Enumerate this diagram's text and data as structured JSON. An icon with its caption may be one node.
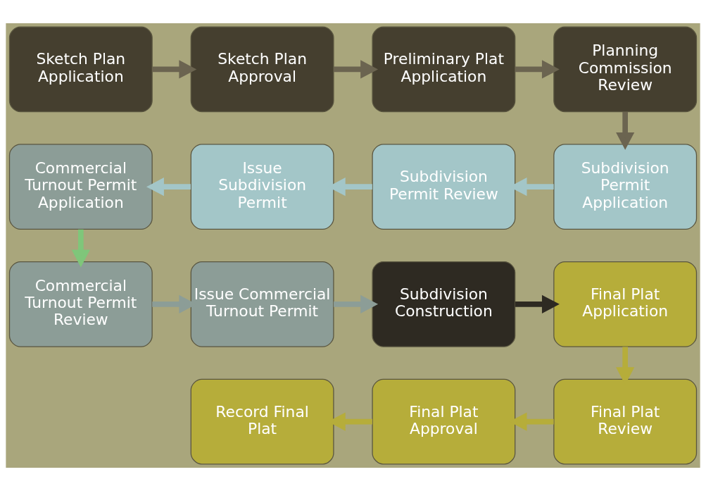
{
  "diagram": {
    "nodes": [
      {
        "text": [
          "Sketch Plan Application"
        ]
      },
      {
        "text": [
          "Sketch Plan Approval"
        ]
      },
      {
        "text": [
          "Preliminary Plat Application"
        ]
      },
      {
        "text": [
          "Planning Commission Review"
        ]
      },
      {
        "text": [
          "Commercial Turnout Permit Application"
        ]
      },
      {
        "text": [
          "Issue Subdivision Permit"
        ]
      },
      {
        "text": [
          "Subdivision Permit Review"
        ]
      },
      {
        "text": [
          "Subdivision Permit Application"
        ]
      },
      {
        "text": [
          "Commercial Turnout Permit Review"
        ]
      },
      {
        "text": [
          "Issue Commercial Turnout Permit"
        ]
      },
      {
        "text": [
          "Subdivision Construction"
        ]
      },
      {
        "text": [
          "Final Plat Application"
        ]
      },
      {
        "text": [
          "Record Final Plat"
        ]
      },
      {
        "text": [
          "Final Plat Approval"
        ]
      },
      {
        "text": [
          "Final Plat Review"
        ]
      }
    ],
    "edges": [
      {
        "from": 0,
        "to": 1,
        "arrow": "to"
      },
      {
        "from": 1,
        "to": 2,
        "arrow": "to"
      },
      {
        "from": 2,
        "to": 3,
        "arrow": "to"
      },
      {
        "from": 3,
        "to": 7,
        "arrow": "to"
      },
      {
        "from": 7,
        "to": 6,
        "arrow": "to",
        "color": "#a3c6c8"
      },
      {
        "from": 6,
        "to": 5,
        "arrow": "to",
        "color": "#a3c6c8"
      },
      {
        "from": 5,
        "to": 4,
        "arrow": "to",
        "color": "#a3c6c8"
      },
      {
        "from": 4,
        "to": 8,
        "arrow": "to",
        "color": "#7fc67a"
      },
      {
        "from": 8,
        "to": 9,
        "arrow": "to",
        "color": "#8c9d97"
      },
      {
        "from": 9,
        "to": 10,
        "arrow": "to",
        "color": "#8c9d97"
      },
      {
        "from": 10,
        "to": 11,
        "arrow": "to",
        "color": "#2e2a22"
      },
      {
        "from": 11,
        "to": 14,
        "arrow": "to",
        "color": "#b6ad3a"
      },
      {
        "from": 14,
        "to": 13,
        "arrow": "to",
        "color": "#b6ad3a"
      },
      {
        "from": 13,
        "to": 12,
        "arrow": "to",
        "color": "#b6ad3a"
      }
    ]
  }
}
